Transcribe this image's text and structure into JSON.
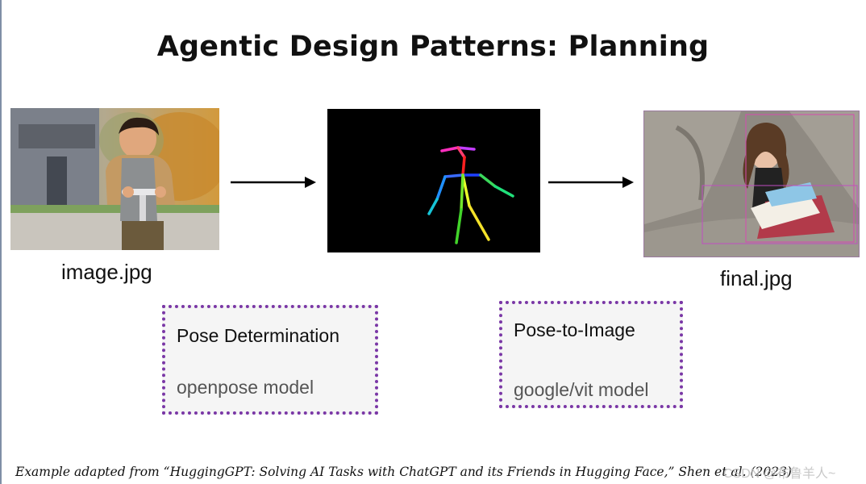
{
  "slide": {
    "title": "Agentic Design Patterns: Planning"
  },
  "images": {
    "input_caption": "image.jpg",
    "output_caption": "final.jpg"
  },
  "tools": [
    {
      "name": "Pose Determination",
      "model": "openpose model"
    },
    {
      "name": "Pose-to-Image",
      "model": "google/vit model"
    }
  ],
  "footnote": "Example adapted from “HuggingGPT: Solving AI Tasks with ChatGPT and its Friends in Hugging Face,” Shen et al. (2023)",
  "watermark": "CSDN @布鲁羊人~",
  "colors": {
    "tool_border": "#7a37a6",
    "tool_fill": "#f5f5f5",
    "pose_background": "#000000"
  }
}
